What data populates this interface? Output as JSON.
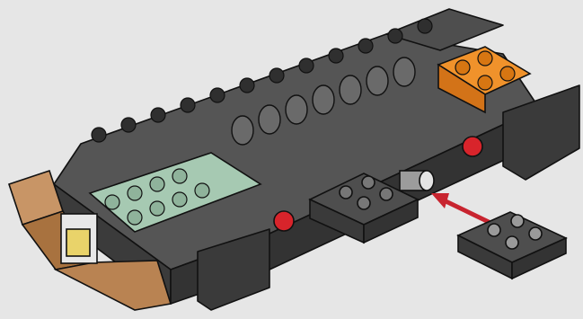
{
  "illustration": {
    "kind": "lego-building-instruction-step",
    "background": "#e6e6e6",
    "colors": {
      "dark_gray": "#4e4e4e",
      "dark_gray_side": "#3a3a3a",
      "light_gray": "#9c9c9c",
      "light_gray_side": "#7e7e7e",
      "sand_green": "#a6c9b2",
      "orange": "#f0922b",
      "tan": "#c08a5a",
      "red": "#d8242b",
      "arrow": "#c8242f",
      "outline": "#111111"
    },
    "parts": [
      {
        "name": "technic-base-assembly",
        "color": "dark_gray"
      },
      {
        "name": "plate-2x2-green",
        "color": "sand_green"
      },
      {
        "name": "plate-2x2-orange",
        "color": "orange"
      },
      {
        "name": "tile-2x2-dark-gray",
        "color": "dark_gray"
      },
      {
        "name": "plate-2x2-loose-dark-gray",
        "color": "dark_gray"
      },
      {
        "name": "axle-pin-light-gray",
        "color": "light_gray"
      }
    ],
    "callout": {
      "arrow": "insert-direction",
      "from": "loose-plate",
      "to": "axle-pin"
    }
  }
}
